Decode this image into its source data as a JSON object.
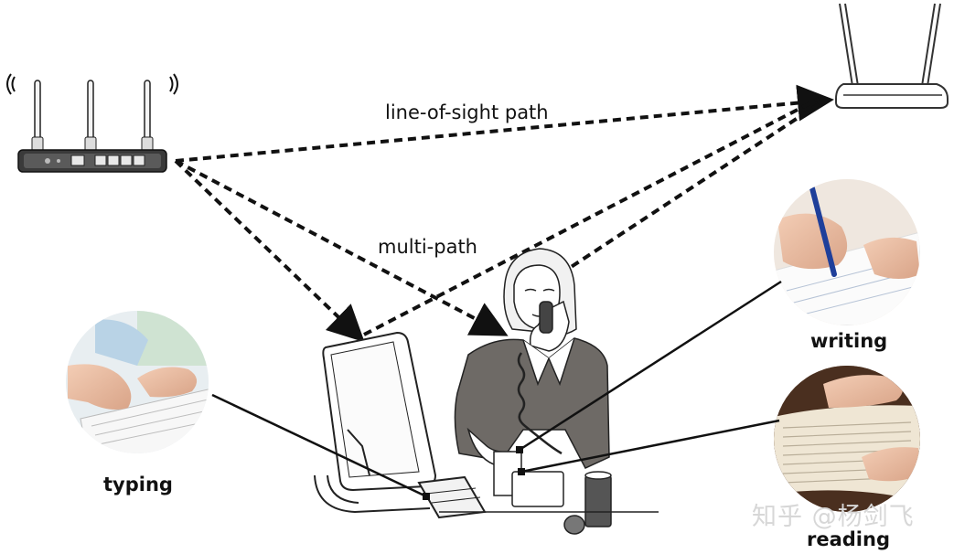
{
  "labels": {
    "line_of_sight": "line-of-sight path",
    "multi_path": "multi-path",
    "writing": "writing",
    "reading": "reading",
    "typing": "typing"
  },
  "watermark": "知乎 @杨剑飞",
  "colors": {
    "ink": "#111111",
    "watermark": "#d7d7d7",
    "sketch_fill": "#6e6a66",
    "skin": "#e8b89a"
  },
  "icons": [
    "wifi-signal-icon",
    "router-icon",
    "receiver-router-icon",
    "monitor-icon",
    "woman-on-phone-illustration",
    "typing-photo",
    "writing-photo",
    "reading-photo"
  ]
}
